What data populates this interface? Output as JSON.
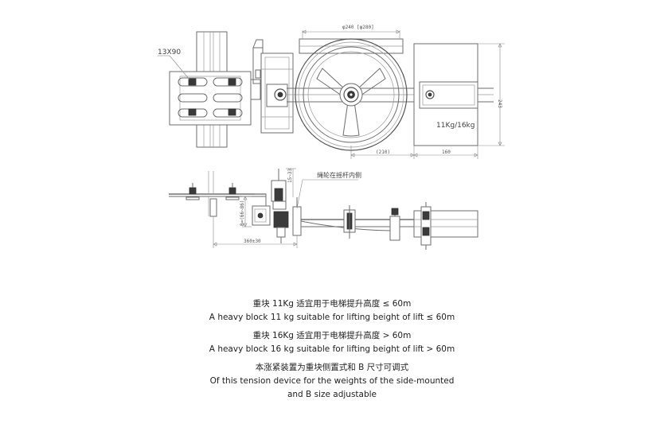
{
  "labels": {
    "bolt_size": "13X90",
    "wheel_diameter": "φ240 [φ280]",
    "height_dim": "243",
    "dim_210": "(210)",
    "dim_160": "160",
    "weight": "11Kg/16kg",
    "dim_33": "15~33",
    "dim_b": "B=(66~86)",
    "dim_360": "360±30",
    "rope_note": "绳轮在摇杆内侧"
  },
  "notes": [
    "重块 11Kg 适宜用于电梯提升高度 ≤ 60m",
    "A heavy block 11 kg suitable for lifting beight of lift ≤ 60m",
    "重块 16Kg 适宜用于电梯提升高度 > 60m",
    "A heavy block 16 kg suitable for lifting beight of lift > 60m",
    "本涨紧装置为重块侧置式和 B 尺寸可调式",
    "Of this tension device for the weights of the side-mounted",
    "and B size adjustable"
  ]
}
